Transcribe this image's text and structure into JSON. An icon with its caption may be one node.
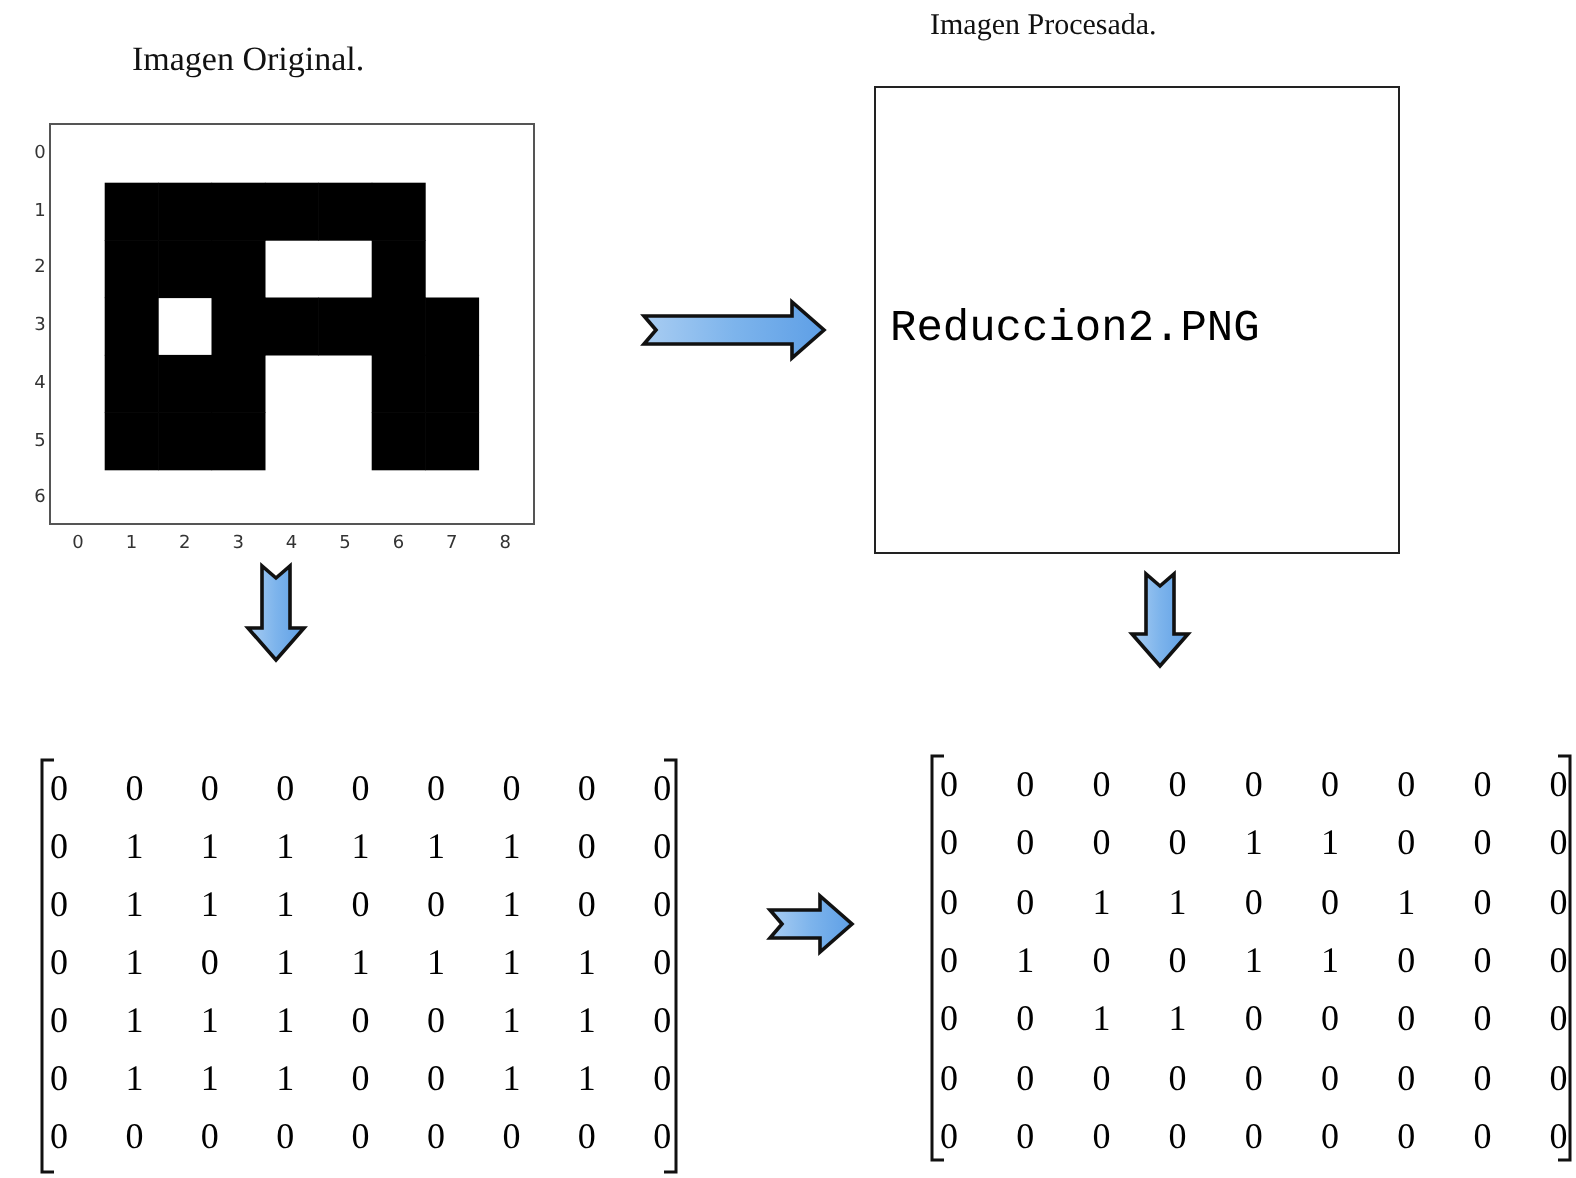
{
  "diagram": {
    "nodes": [
      {
        "text": [
          "Imagen Original."
        ],
        "beside": [
          "0",
          "1",
          "2",
          "3",
          "4",
          "5",
          "6",
          "0",
          "1",
          "2",
          "3",
          "4",
          "5",
          "6",
          "7",
          "8"
        ]
      },
      {
        "text": [
          "Imagen Procesada.",
          "Reduccion2.PNG"
        ]
      },
      {
        "text": [
          "0 0 0 0 0 0 0 0 0",
          "0 1 1 1 1 1 1 0 0",
          "0 1 1 1 0 0 1 0 0",
          "0 1 0 1 1 1 1 1 0",
          "0 1 1 1 0 0 1 1 0",
          "0 1 1 1 0 0 1 1 0",
          "0 0 0 0 0 0 0 0 0"
        ]
      },
      {
        "text": [
          "0 0 0 0 0 0 0 0 0",
          "0 0 0 0 1 1 0 0 0",
          "0 0 1 1 0 0 1 0 0",
          "0 1 0 0 1 1 0 0 0",
          "0 0 1 1 0 0 0 0 0",
          "0 0 0 0 0 0 0 0 0",
          "0 0 0 0 0 0 0 0 0"
        ]
      }
    ],
    "edges": [
      {
        "from": 0,
        "to": 1,
        "arrow": "to"
      },
      {
        "from": 0,
        "to": 2,
        "arrow": "to"
      },
      {
        "from": 1,
        "to": 3,
        "arrow": "to"
      },
      {
        "from": 2,
        "to": 3,
        "arrow": "to"
      }
    ]
  }
}
